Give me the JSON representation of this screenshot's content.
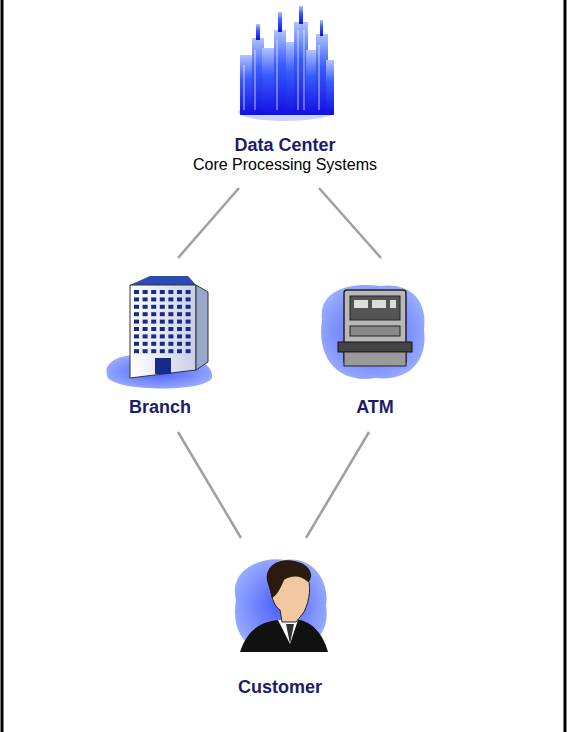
{
  "diagram": {
    "nodes": [
      {
        "text": [
          "Data Center",
          "Core Processing Systems"
        ]
      },
      {
        "text": [
          "Branch"
        ]
      },
      {
        "text": [
          "ATM"
        ]
      },
      {
        "text": [
          "Customer"
        ]
      }
    ],
    "edges": [
      {
        "from": 0,
        "to": 1,
        "arrow": "none"
      },
      {
        "from": 0,
        "to": 2,
        "arrow": "none"
      },
      {
        "from": 1,
        "to": 3,
        "arrow": "none"
      },
      {
        "from": 2,
        "to": 3,
        "arrow": "none"
      }
    ]
  }
}
